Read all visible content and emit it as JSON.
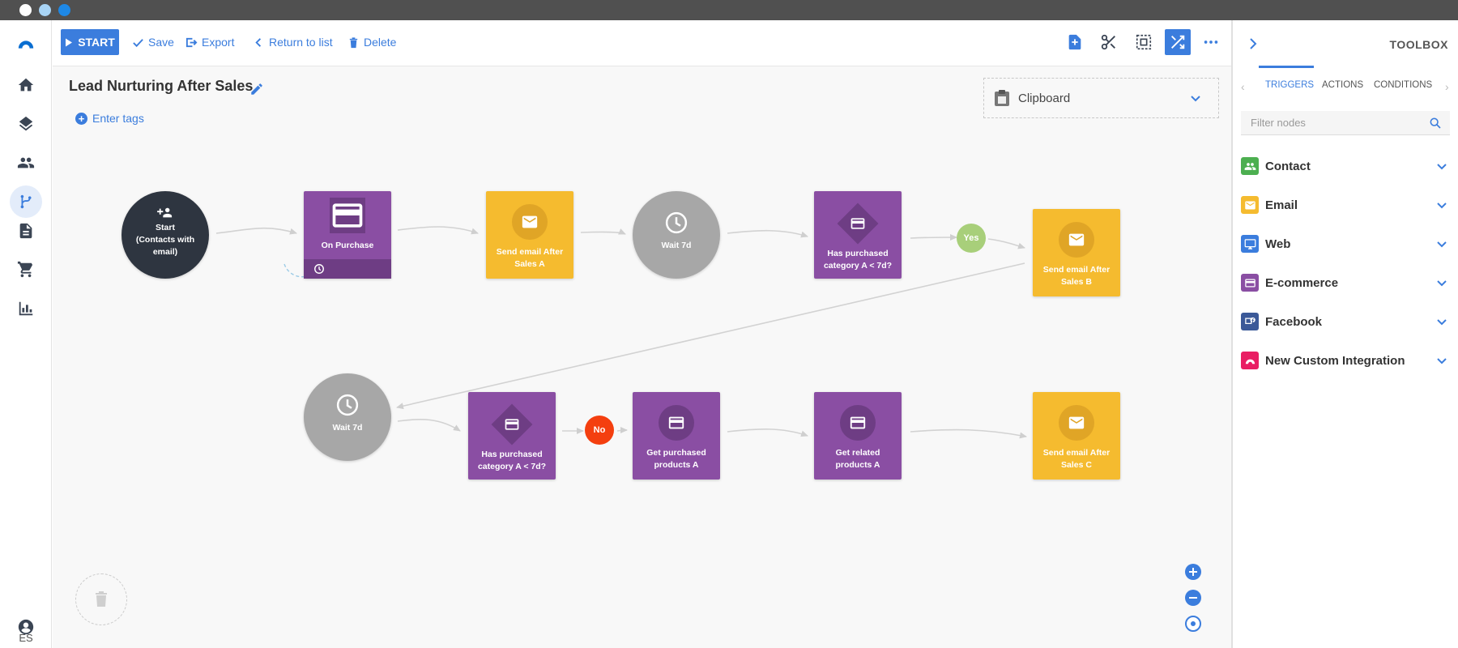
{
  "window": {
    "dots": [
      "#ffffff",
      "#a8d4f5",
      "#1e88e5"
    ]
  },
  "nav": {
    "items": [
      "logo-icon",
      "home-icon",
      "layers-icon",
      "contacts-icon",
      "automation-icon",
      "document-icon",
      "cart-icon",
      "reports-icon"
    ],
    "active": "automation-icon",
    "language": "ES"
  },
  "toolbar": {
    "start_label": "START",
    "save_label": "Save",
    "export_label": "Export",
    "return_label": "Return to list",
    "delete_label": "Delete",
    "tools": [
      "add-node-icon",
      "scissors-icon",
      "select-area-icon",
      "auto-arrange-icon",
      "more-icon"
    ]
  },
  "flow": {
    "title": "Lead Nurturing After Sales",
    "tags_label": "Enter tags",
    "clipboard_label": "Clipboard"
  },
  "nodes": {
    "start": "Start\n(Contacts with email)",
    "on_purchase": "On Purchase",
    "send_a": "Send email After Sales A",
    "wait_1": "Wait 7d",
    "cond_1": "Has purchased category A < 7d?",
    "send_b": "Send email After Sales B",
    "wait_2": "Wait 7d",
    "cond_2": "Has purchased category A < 7d?",
    "get_purchased": "Get purchased products A",
    "get_related": "Get related products A",
    "send_c": "Send email After Sales C"
  },
  "badges": {
    "yes": "Yes",
    "no": "No"
  },
  "colors": {
    "accent": "#3b7ddd",
    "purple": "#8a4ea3",
    "yellow": "#f5bb2f",
    "gray": "#a7a7a7",
    "dark": "#2e3540",
    "yes": "#a8cf7a",
    "no": "#f43f0f"
  },
  "toolbox": {
    "title": "TOOLBOX",
    "tabs": [
      "TRIGGERS",
      "ACTIONS",
      "CONDITIONS"
    ],
    "active_tab": "TRIGGERS",
    "filter_placeholder": "Filter nodes",
    "categories": [
      {
        "label": "Contact",
        "icon": "contacts-icon",
        "color": "#4caf50"
      },
      {
        "label": "Email",
        "icon": "email-icon",
        "color": "#f5bb2f"
      },
      {
        "label": "Web",
        "icon": "monitor-icon",
        "color": "#3b7ddd"
      },
      {
        "label": "E-commerce",
        "icon": "card-icon",
        "color": "#8a4ea3"
      },
      {
        "label": "Facebook",
        "icon": "facebook-icon",
        "color": "#3b5998"
      },
      {
        "label": "New Custom Integration",
        "icon": "integration-icon",
        "color": "#e91e63"
      }
    ]
  }
}
